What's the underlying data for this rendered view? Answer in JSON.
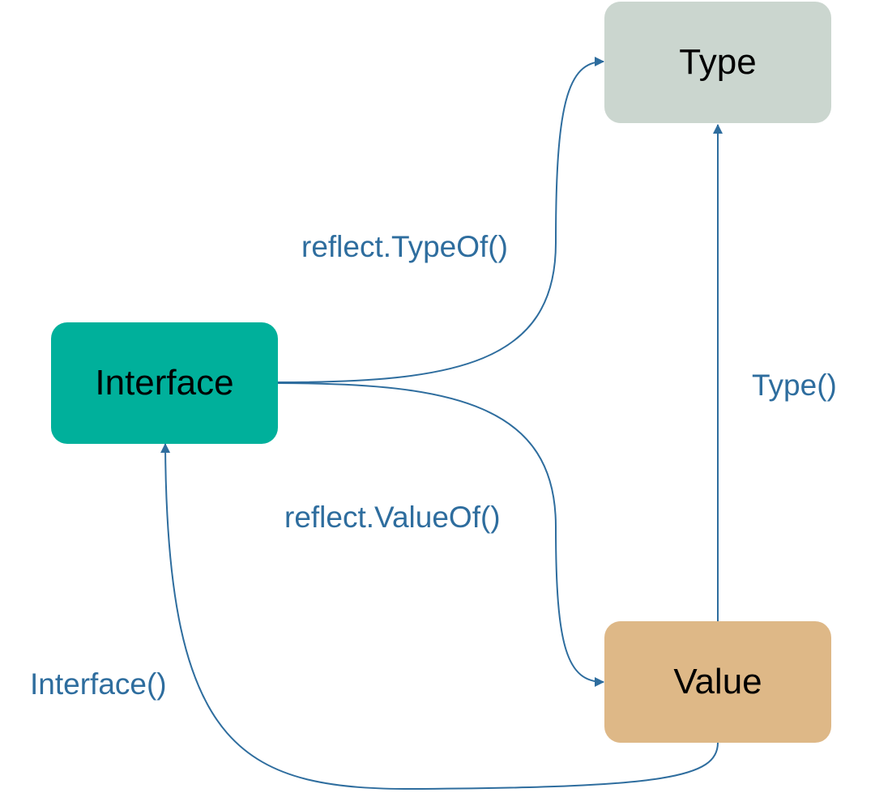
{
  "colors": {
    "edge": "#2e6d9e",
    "label": "#2e6d9e",
    "type_fill": "#cbd6cf",
    "interface_fill": "#00b09b",
    "value_fill": "#deb887",
    "node_text": "#000000"
  },
  "nodes": {
    "type": {
      "label": "Type"
    },
    "interface": {
      "label": "Interface"
    },
    "value": {
      "label": "Value"
    }
  },
  "edges": {
    "typeof": {
      "from": "Interface",
      "to": "Type",
      "label": "reflect.TypeOf()"
    },
    "valueof": {
      "from": "Interface",
      "to": "Value",
      "label": "reflect.ValueOf()"
    },
    "type_method": {
      "from": "Value",
      "to": "Type",
      "label": "Type()"
    },
    "interface_method": {
      "from": "Value",
      "to": "Interface",
      "label": "Interface()"
    }
  }
}
